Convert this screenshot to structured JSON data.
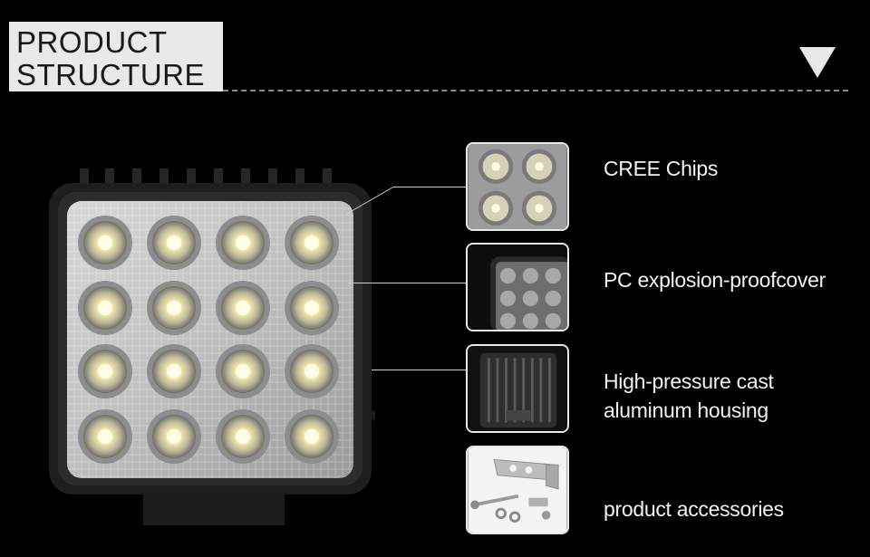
{
  "header": {
    "title_line1": "PRODUCT",
    "title_line2": "STRUCTURE",
    "indicator_icon": "down-triangle-icon"
  },
  "features": [
    {
      "label": "CREE Chips",
      "thumb": "cree-chips-closeup"
    },
    {
      "label": "PC explosion-proofcover",
      "thumb": "pc-cover-closeup"
    },
    {
      "label": "High-pressure cast aluminum housing",
      "line1": "High-pressure cast",
      "line2": "aluminum housing",
      "thumb": "aluminum-housing-back"
    },
    {
      "label": "product accessories",
      "thumb": "bracket-and-bolts"
    }
  ],
  "colors": {
    "background": "#000000",
    "title_box": "#e9e9e9",
    "title_text": "#1a1a1a",
    "text": "#f2f2f2",
    "dash": "#8a8a8a"
  }
}
